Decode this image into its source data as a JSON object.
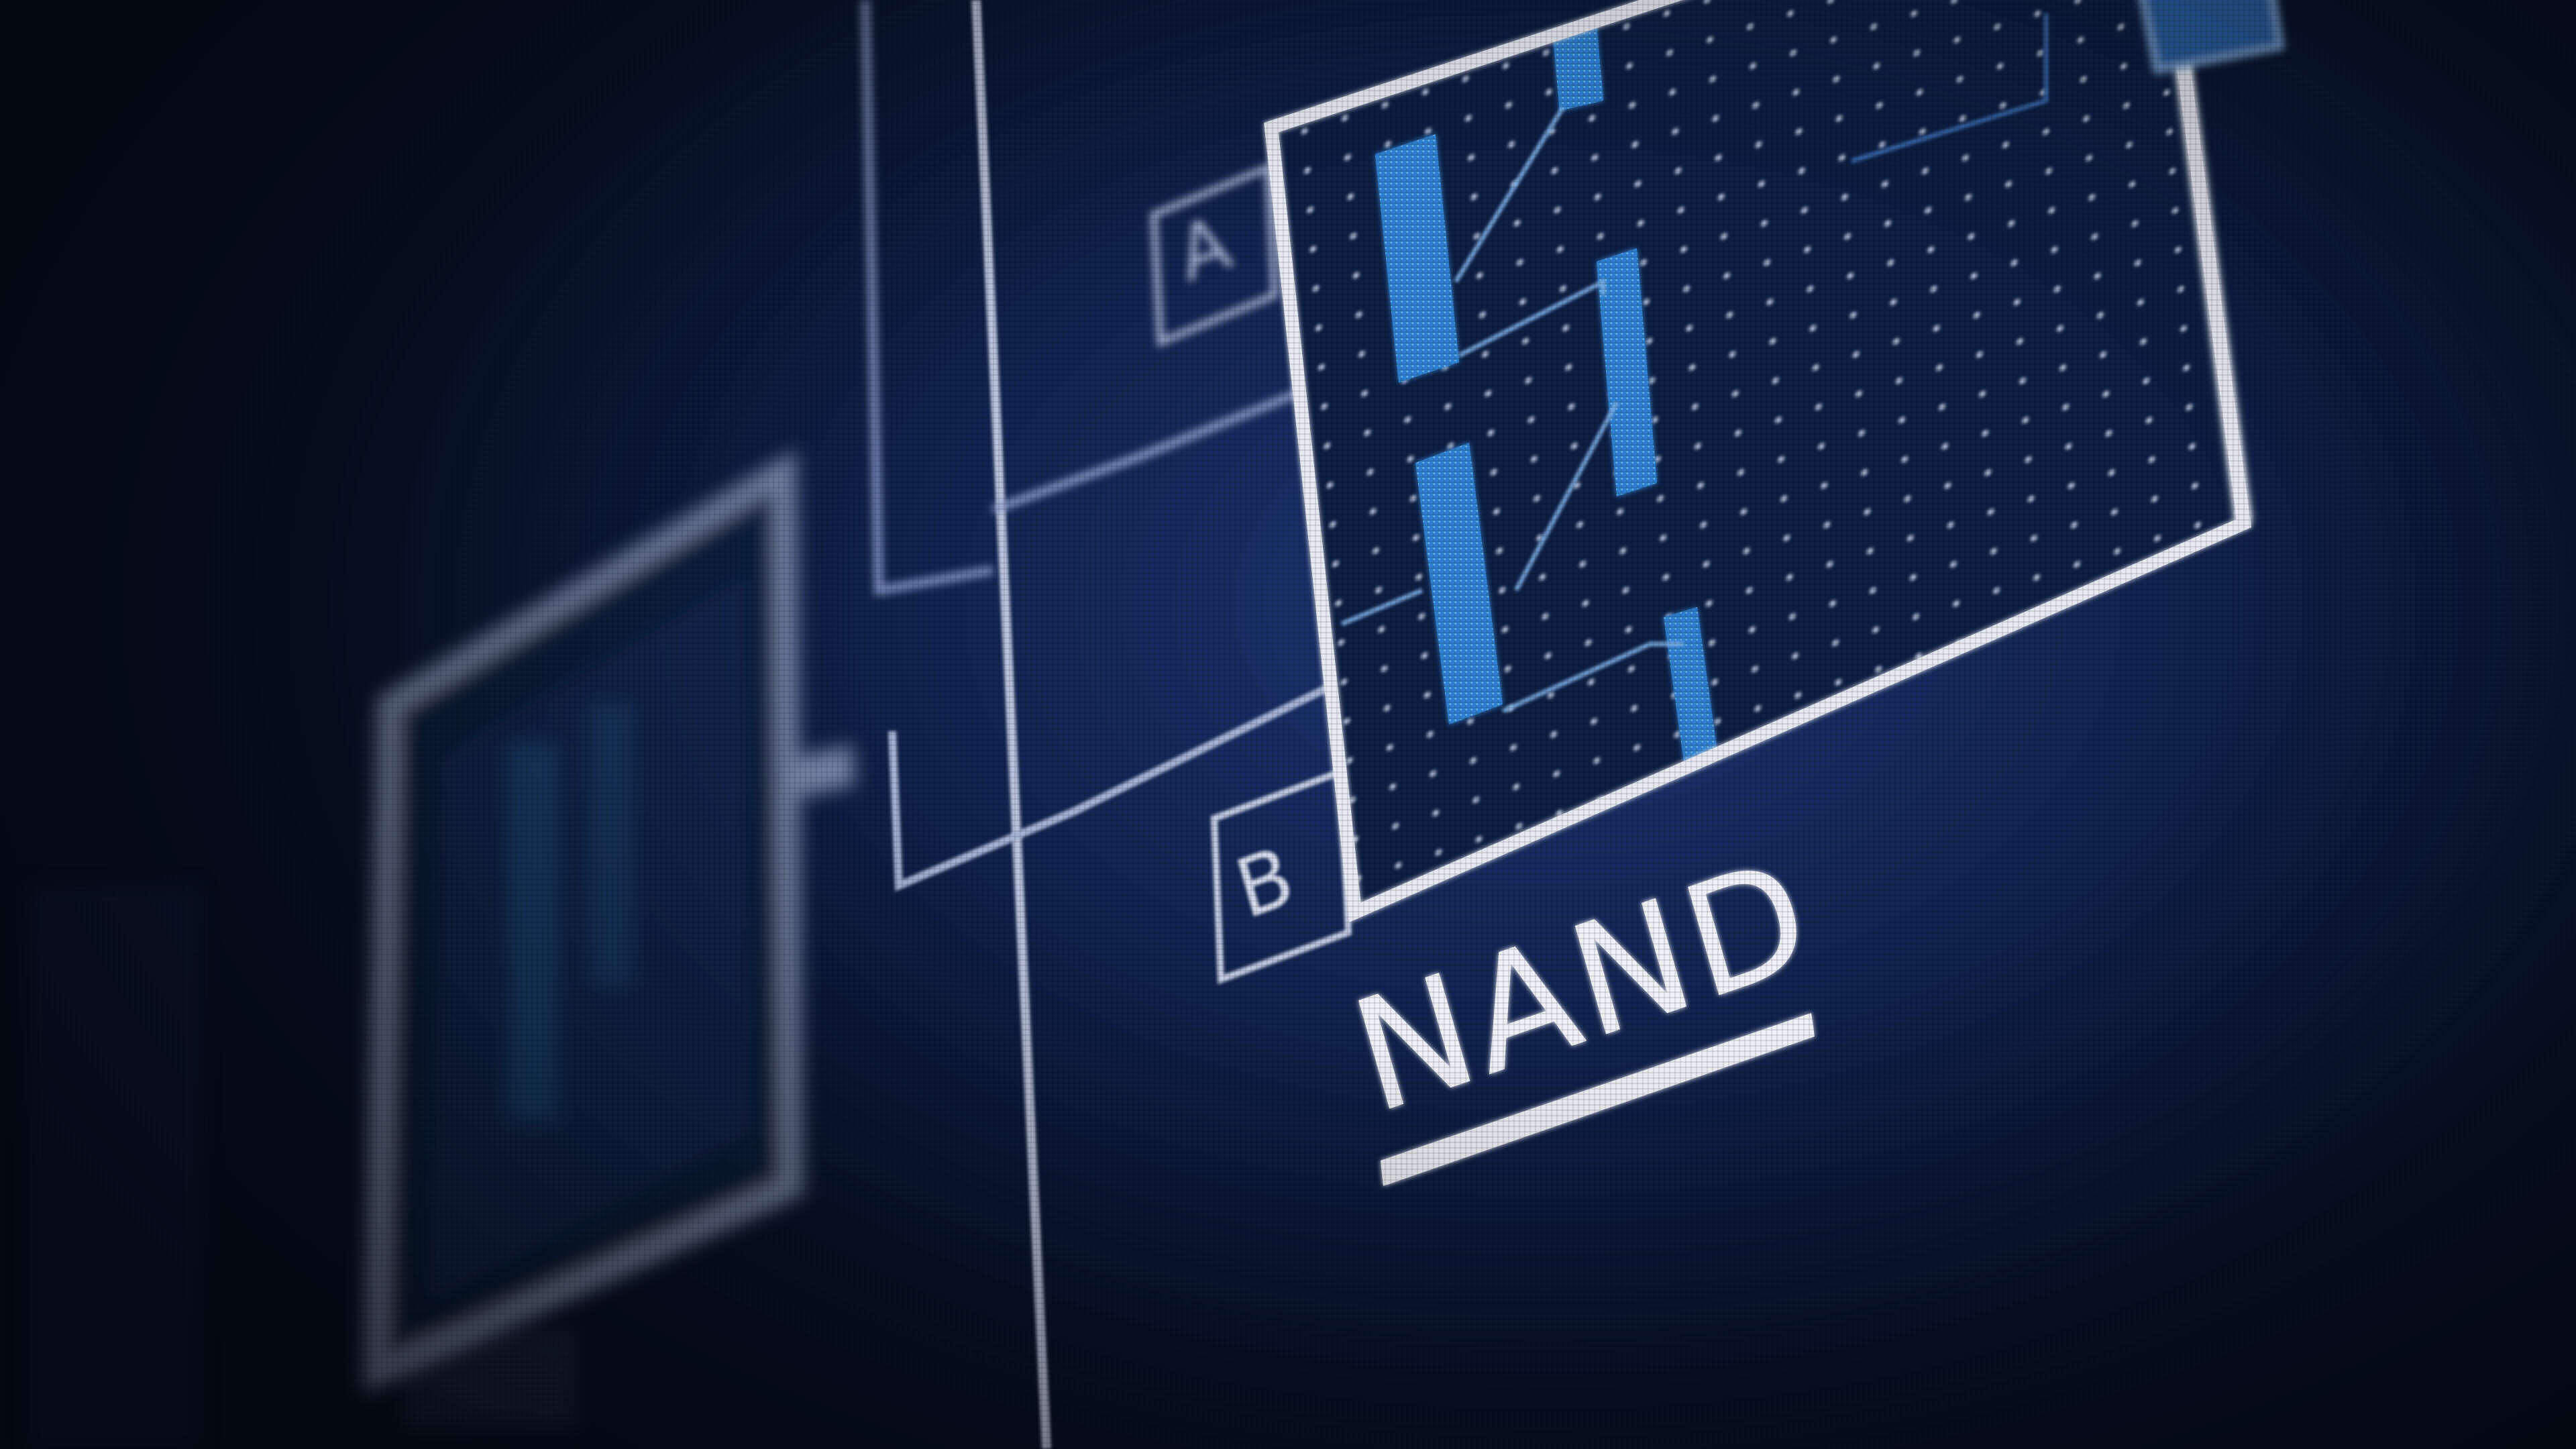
{
  "gate": {
    "name": "NAND",
    "input_a": "A",
    "input_b": "B"
  },
  "colors": {
    "background": "#0d1b3e",
    "outline": "#e6e9f2",
    "accent_blue": "#3a8fd8",
    "dot": "#c9d3ea",
    "wire": "#8c9ccb"
  },
  "icons": {
    "partial_box_top_right": "component-box",
    "left_blurred_box": "component-box"
  }
}
